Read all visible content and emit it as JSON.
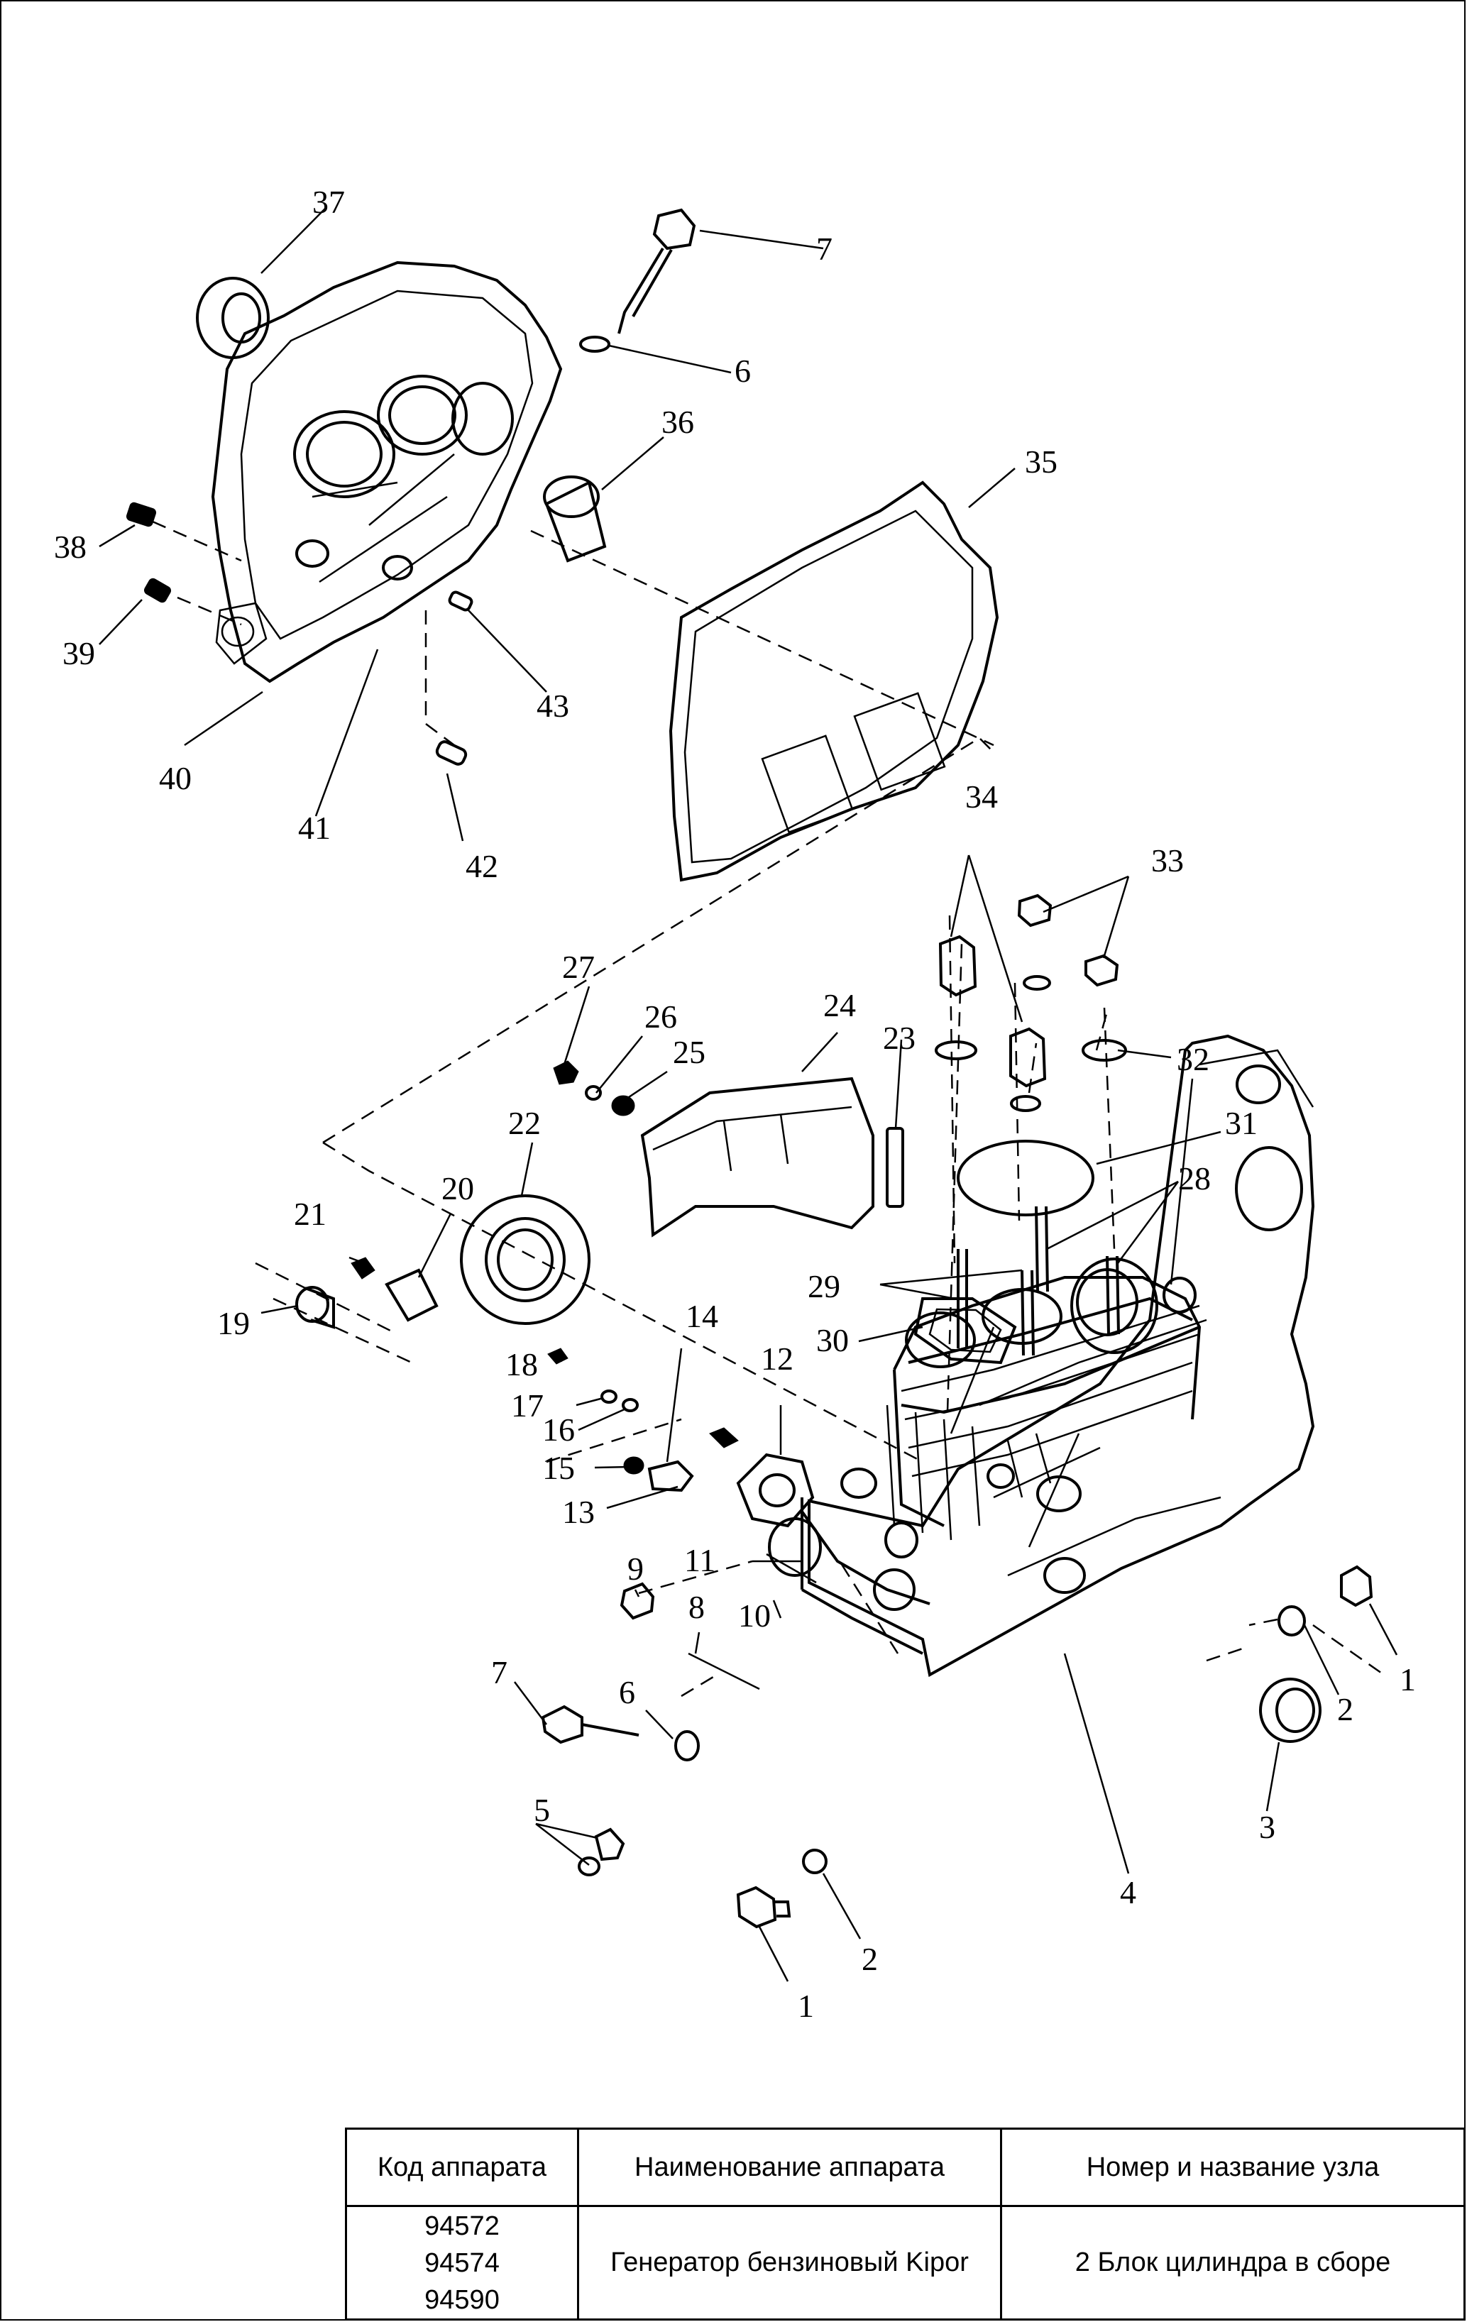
{
  "callouts": [
    "1",
    "1",
    "2",
    "2",
    "3",
    "4",
    "5",
    "6",
    "6",
    "7",
    "7",
    "8",
    "9",
    "10",
    "11",
    "12",
    "13",
    "14",
    "15",
    "16",
    "17",
    "18",
    "19",
    "20",
    "21",
    "22",
    "23",
    "24",
    "25",
    "26",
    "27",
    "28",
    "29",
    "30",
    "31",
    "32",
    "33",
    "34",
    "35",
    "36",
    "37",
    "38",
    "39",
    "40",
    "41",
    "42",
    "43"
  ],
  "table": {
    "headers": [
      "Код аппарата",
      "Наименование аппарата",
      "Номер и название узла"
    ],
    "codes": [
      "94572",
      "94574",
      "94590"
    ],
    "device_name": "Генератор бензиновый Kipor",
    "assembly": "2 Блок цилиндра в сборе"
  }
}
